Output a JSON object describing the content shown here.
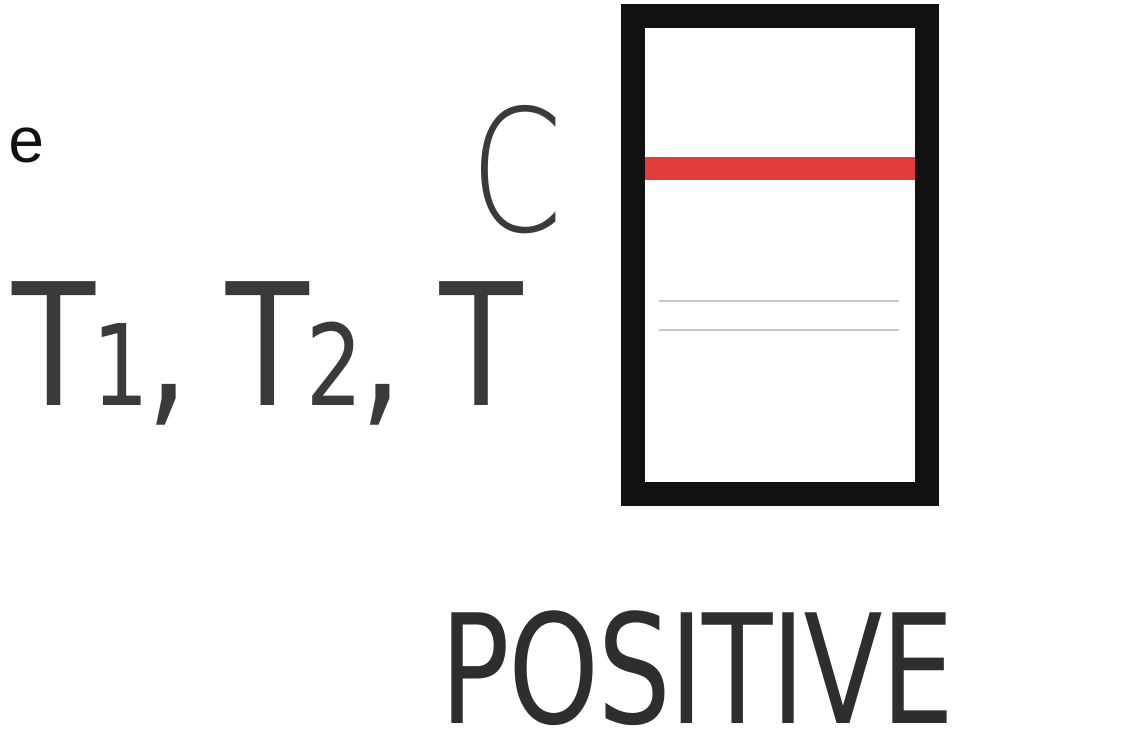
{
  "clipped_text": "e",
  "control_label": "C",
  "test_labels": {
    "t1": "T",
    "t1_sub": "1",
    "sep1": ", ",
    "t2": "T",
    "t2_sub": "2",
    "sep2": ", ",
    "t": "T"
  },
  "result": "POSITIVE",
  "colors": {
    "control_line": "#e23d3a",
    "frame": "#111111",
    "faint_lines": "#c8c8c8"
  }
}
